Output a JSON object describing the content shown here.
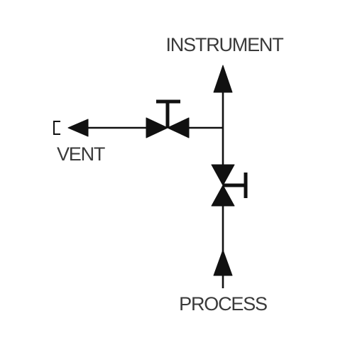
{
  "labels": {
    "instrument": "INSTRUMENT",
    "vent": "VENT",
    "process": "PROCESS"
  },
  "colors": {
    "line": "#111111",
    "text": "#3a3a3a",
    "background": "#ffffff"
  }
}
